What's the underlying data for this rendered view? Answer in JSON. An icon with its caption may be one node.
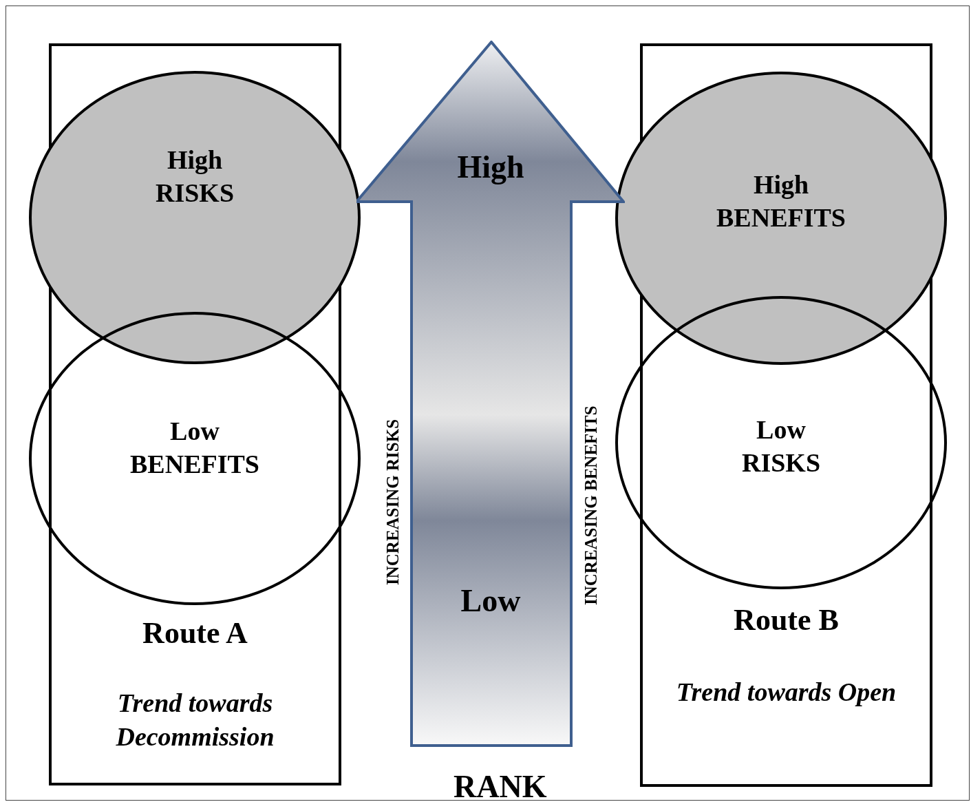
{
  "diagram": {
    "nodes": [
      {
        "text": [
          "Route A",
          "Trend towards Decommission"
        ]
      },
      {
        "text": [
          "High RISKS"
        ]
      },
      {
        "text": [
          "Low BENEFITS"
        ]
      },
      {
        "text": [
          "High",
          "Low"
        ],
        "beside": [
          "RANK"
        ]
      },
      {
        "text": [
          "Route B",
          "Trend towards Open"
        ]
      },
      {
        "text": [
          "High BENEFITS"
        ]
      },
      {
        "text": [
          "Low RISKS"
        ]
      }
    ],
    "edges": [],
    "labels": [
      "INCREASING RISKS",
      "INCREASING BENEFITS"
    ]
  }
}
